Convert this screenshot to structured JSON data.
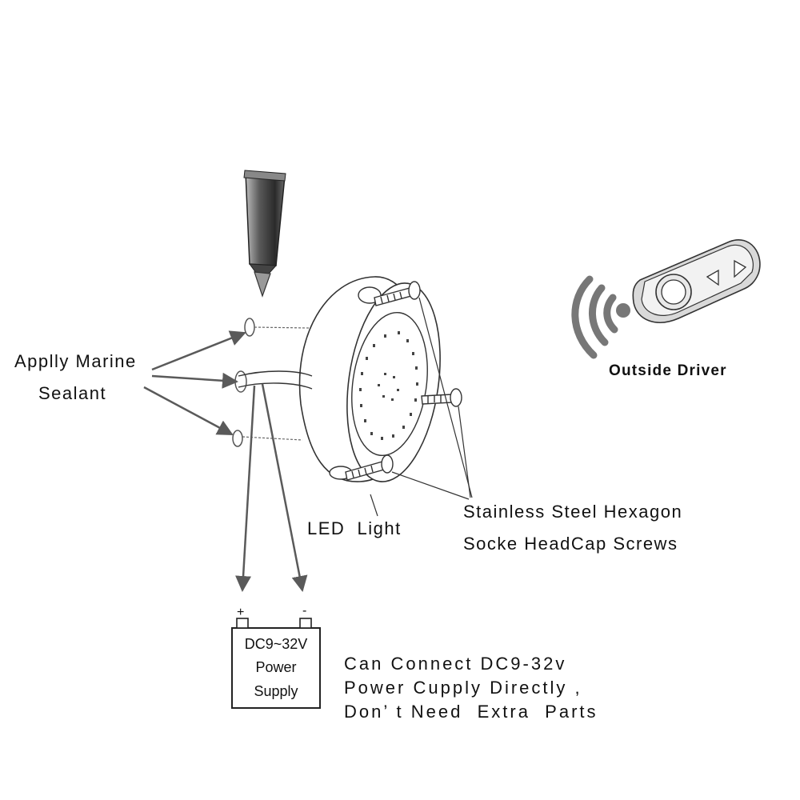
{
  "labels": {
    "sealant": [
      "Applly Marine",
      "Sealant"
    ],
    "led_light": "LED  Light",
    "screws": [
      "Stainless Steel Hexagon",
      "Socke HeadCap Screws"
    ],
    "outside_driver": "Outside Driver",
    "power_supply": [
      "DC9~32V",
      "Power",
      "Supply"
    ],
    "terminal_plus": "+",
    "terminal_minus": "-",
    "connect_note": [
      "Can Connect DC9-32v",
      "Power Cupply Directly ,",
      "Don’ t Need  Extra  Parts"
    ]
  },
  "icons": [
    "sealant-tube-icon",
    "led-light-icon",
    "hex-screw-icon",
    "remote-control-icon",
    "wireless-signal-icon",
    "battery-icon"
  ],
  "colors": {
    "line": "#333333",
    "arrow": "#5a5a5a",
    "signal": "#777777",
    "tube": "#3a3a3a"
  }
}
